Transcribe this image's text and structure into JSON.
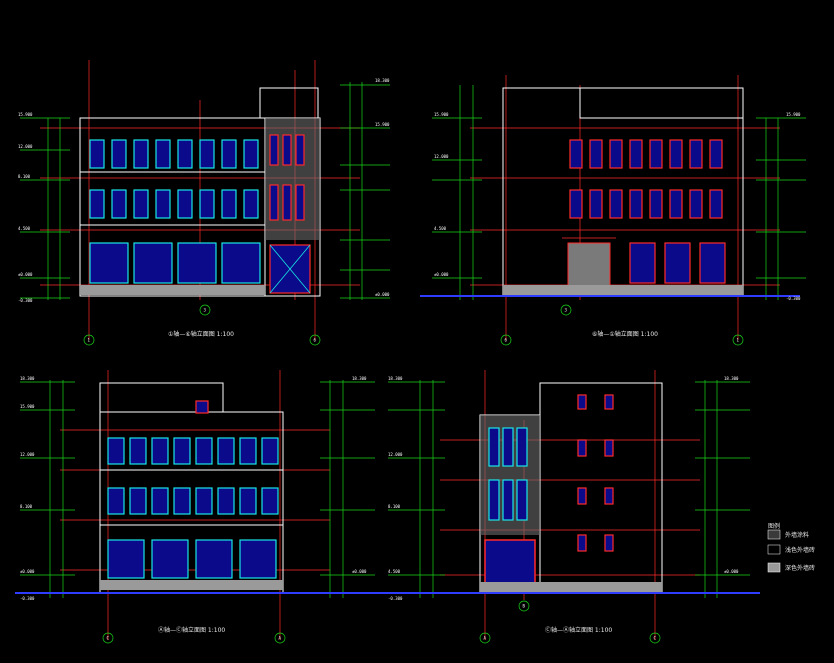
{
  "window": {
    "title": "Building Elevations"
  },
  "titles": {
    "v1": "①轴—⑥轴立面图  1:100",
    "v2": "⑥轴—①轴立面图  1:100",
    "v3": "Ⓐ轴—Ⓒ轴立面图  1:100",
    "v4": "Ⓒ轴—Ⓐ轴立面图  1:100"
  },
  "axes": {
    "v1_left": "1",
    "v1_mid": "3",
    "v1_right": "6",
    "v2_left": "6",
    "v2_mid": "3",
    "v2_right": "1",
    "v3_left": "C",
    "v3_right": "A",
    "v4_left": "A",
    "v4_mid": "B",
    "v4_right": "C"
  },
  "levels": {
    "roof_top": "18.300",
    "roof": "15.900",
    "l4": "12.000",
    "l3": "8.100",
    "l2": "4.500",
    "ground": "±0.000",
    "base": "-0.300"
  },
  "legend": {
    "title": "图例",
    "items": [
      {
        "label": "外墙涂料",
        "color": "#3a3a3a"
      },
      {
        "label": "浅色外墙砖",
        "color": "#000000"
      },
      {
        "label": "深色外墙砖",
        "color": "#9a9a9a"
      }
    ]
  },
  "colors": {
    "grid_red": "#ff2a2a",
    "dim_green": "#19d419",
    "glass_cyan": "#19e6e6",
    "ground_blue": "#2f3bff"
  }
}
